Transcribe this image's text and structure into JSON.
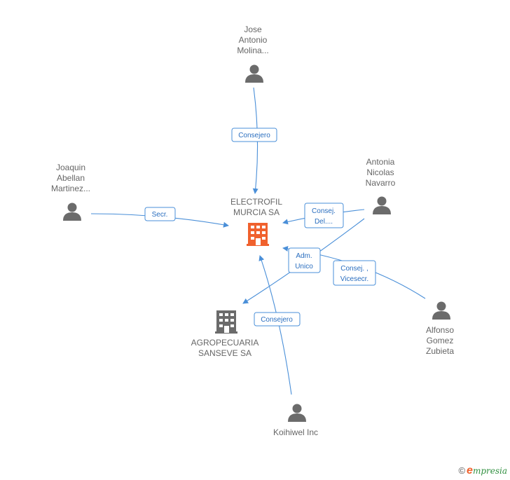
{
  "nodes": {
    "center": {
      "label": [
        "ELECTROFIL",
        "MURCIA SA"
      ],
      "type": "company-main"
    },
    "jose": {
      "label": [
        "Jose",
        "Antonio",
        "Molina..."
      ],
      "type": "person"
    },
    "joaquin": {
      "label": [
        "Joaquin",
        "Abellan",
        "Martinez..."
      ],
      "type": "person"
    },
    "antonia": {
      "label": [
        "Antonia",
        "Nicolas",
        "Navarro"
      ],
      "type": "person"
    },
    "alfonso": {
      "label": [
        "Alfonso",
        "Gomez",
        "Zubieta"
      ],
      "type": "person"
    },
    "koihiwel": {
      "label": [
        "Koihiwel Inc"
      ],
      "type": "person"
    },
    "agro": {
      "label": [
        "AGROPECUARIA",
        "SANSEVE SA"
      ],
      "type": "company"
    }
  },
  "relations": {
    "jose_center": [
      "Consejero"
    ],
    "joaquin_center": [
      "Secr."
    ],
    "antonia_center": [
      "Consej.",
      "Del...."
    ],
    "antonia_agro": [
      "Adm.",
      "Unico"
    ],
    "alfonso_center": [
      "Consej. ,",
      "Vicesecr."
    ],
    "koihiwel_center": [
      "Consejero"
    ]
  },
  "footer": {
    "copyright_symbol": "©",
    "brand_e": "e",
    "brand_rest": "mpresia"
  },
  "colors": {
    "edge": "#4a8fd8",
    "main_company": "#f0612d",
    "icon": "#6b6b6b"
  }
}
